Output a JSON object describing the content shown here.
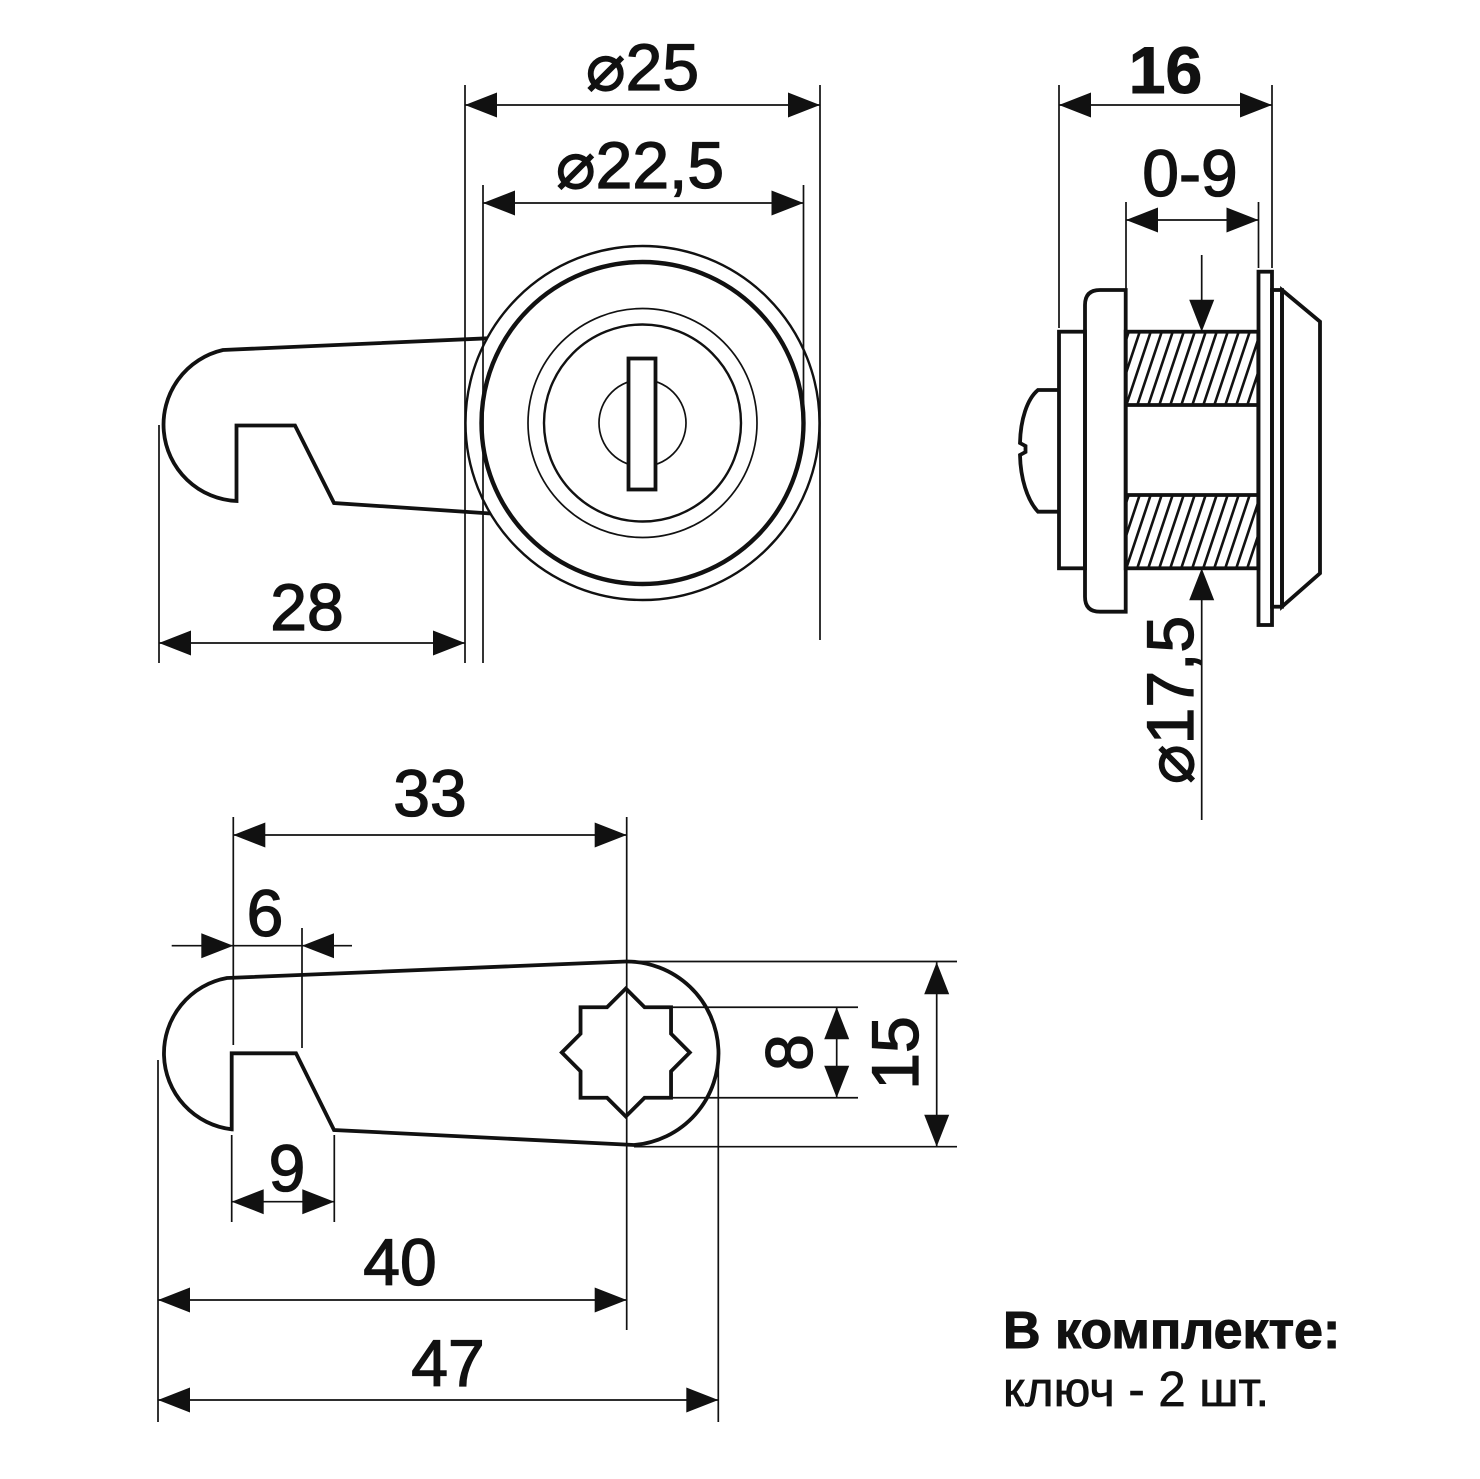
{
  "front_view": {
    "dim_outer_diameter": "⌀25",
    "dim_face_diameter": "⌀22,5",
    "dim_cam_reach": "28"
  },
  "side_view": {
    "dim_body_length": "16",
    "dim_grip_range": "0-9",
    "dim_thread_diameter": "⌀17,5"
  },
  "cam_view": {
    "dim_to_hole_center": "33",
    "dim_lip_width": "6",
    "dim_notch_width": "9",
    "dim_length_to_center": "40",
    "dim_total_length": "47",
    "dim_hole_width": "8",
    "dim_cam_height": "15"
  },
  "note": {
    "title": "В комплекте:",
    "detail": "ключ - 2 шт."
  }
}
